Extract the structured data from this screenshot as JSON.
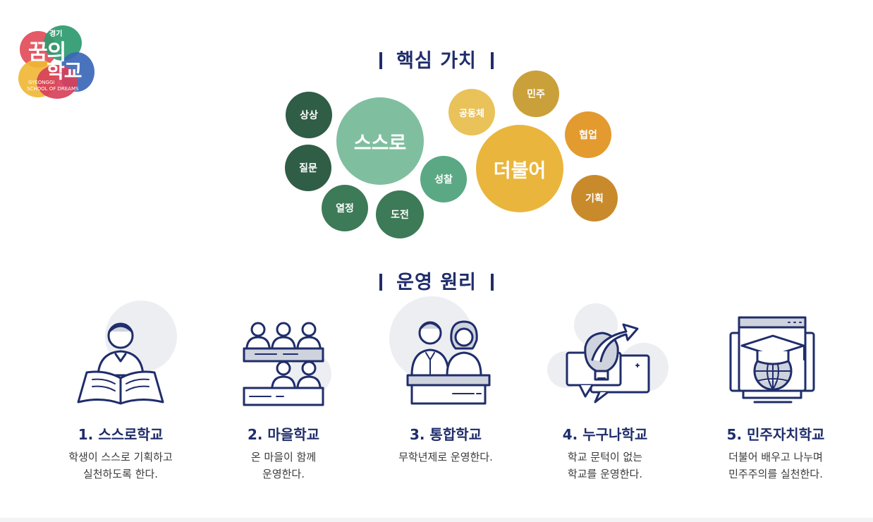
{
  "logo": {
    "top_small": "경기",
    "line1": "꿈의",
    "line2": "학교",
    "sub1": "GYEONGGI",
    "sub2": "SCHOOL OF DREAMS"
  },
  "core_values": {
    "title": "핵심 가치",
    "bubbles": [
      {
        "label": "상상",
        "color": "#2f5d46"
      },
      {
        "label": "질문",
        "color": "#2f5d46"
      },
      {
        "label": "열정",
        "color": "#3d7a57"
      },
      {
        "label": "도전",
        "color": "#3d7a57"
      },
      {
        "label": "스스로",
        "color": "#7fbf9f"
      },
      {
        "label": "성찰",
        "color": "#5aa884"
      },
      {
        "label": "공동체",
        "color": "#e9c25a"
      },
      {
        "label": "민주",
        "color": "#caa03a"
      },
      {
        "label": "더불어",
        "color": "#e9b53c"
      },
      {
        "label": "협업",
        "color": "#e39a2f"
      },
      {
        "label": "기획",
        "color": "#c98a2c"
      }
    ]
  },
  "principles": {
    "title": "운영 원리",
    "items": [
      {
        "title": "1. 스스로학교",
        "line1": "학생이 스스로 기획하고",
        "line2": "실천하도록 한다.",
        "icon": "reading-student-icon"
      },
      {
        "title": "2. 마을학교",
        "line1": "온 마을이 함께",
        "line2": "운영한다.",
        "icon": "community-audience-icon"
      },
      {
        "title": "3. 통합학교",
        "line1": "무학년제로 운영한다.",
        "line2": "",
        "icon": "couple-desk-icon"
      },
      {
        "title": "4. 누구나학교",
        "line1": "학교 문턱이 없는",
        "line2": "학교를 운영한다.",
        "icon": "lightbulb-arrow-icon"
      },
      {
        "title": "5. 민주자치학교",
        "line1": "더불어 배우고 나누며",
        "line2": "민주주의를 실천한다.",
        "icon": "graduation-globe-icon"
      }
    ]
  }
}
